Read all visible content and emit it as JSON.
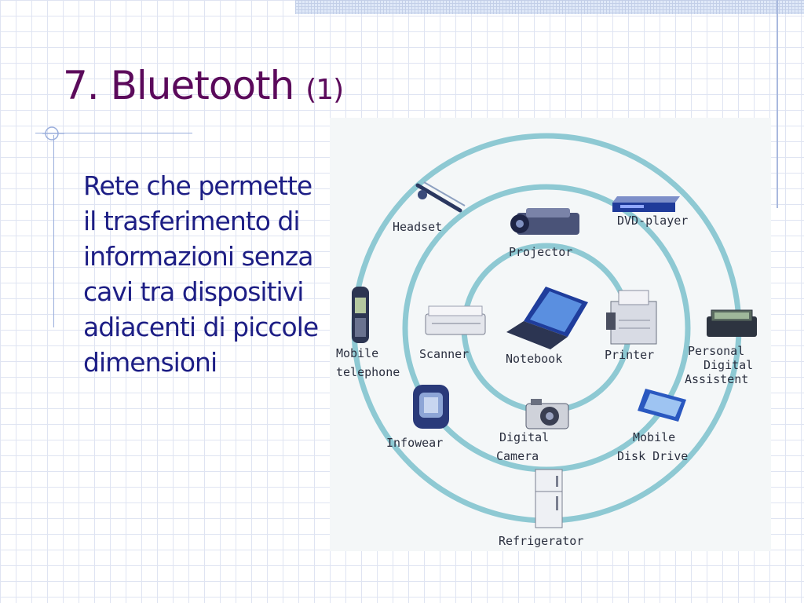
{
  "slide": {
    "title_main": "7. Bluetooth",
    "title_num": "(1)",
    "body": "Rete che permette il trasferimento di informazioni senza cavi tra dispositivi adiacenti di piccole dimensioni"
  },
  "figure": {
    "labels": {
      "headset": "Headset",
      "projector": "Projector",
      "dvd_player": "DVD-player",
      "mobile_telephone_1": "Mobile",
      "mobile_telephone_2": "telephone",
      "scanner": "Scanner",
      "notebook": "Notebook",
      "printer": "Printer",
      "pda_1": "Personal",
      "pda_2": "Digital",
      "pda_3": "Assistent",
      "infowear": "Infowear",
      "digital_camera_1": "Digital",
      "digital_camera_2": "Camera",
      "mobile_disk_1": "Mobile",
      "mobile_disk_2": "Disk Drive",
      "refrigerator": "Refrigerator"
    }
  },
  "colors": {
    "title": "#5b0a5b",
    "body_text": "#1d1e85",
    "rings": "#8ec9d3",
    "grid": "#dfe4f2"
  }
}
